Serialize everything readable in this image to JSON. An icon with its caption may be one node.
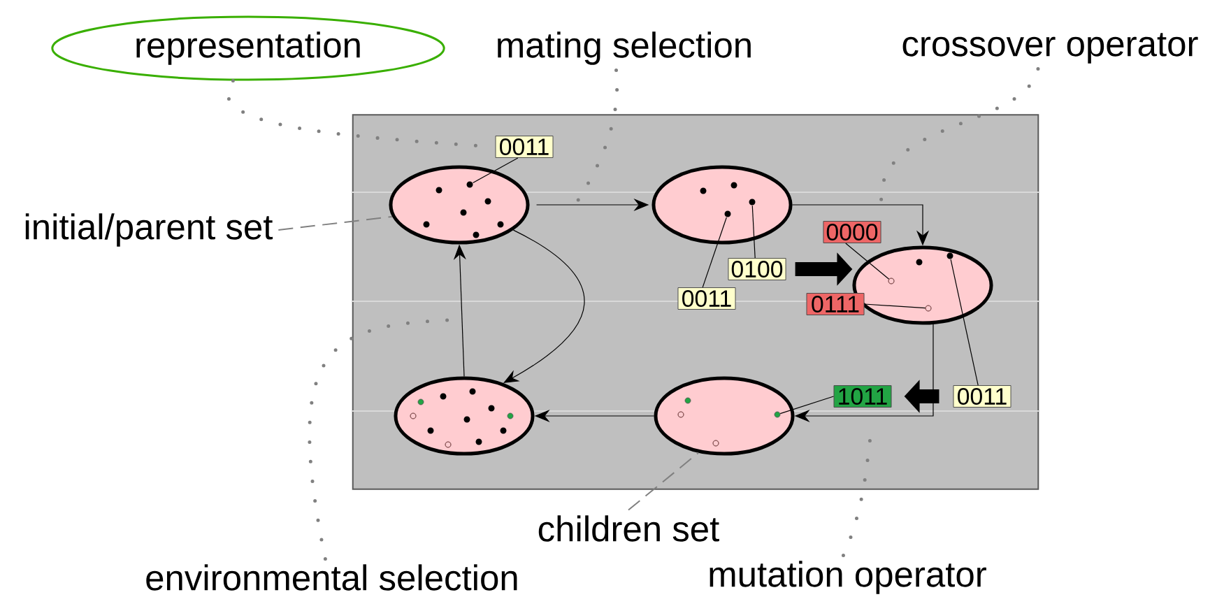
{
  "diagram": {
    "nodes": [
      {
        "text": [
          "representation"
        ]
      },
      {
        "text": [
          "mating selection"
        ]
      },
      {
        "text": [
          "crossover operator"
        ]
      },
      {
        "text": [],
        "shape": "box"
      },
      {
        "text": [
          "0011"
        ],
        "in": 3
      },
      {
        "text": [],
        "shape": "ellipse",
        "in": 3
      },
      {
        "text": [
          "initial/parent set"
        ]
      },
      {
        "text": [],
        "shape": "ellipse",
        "in": 3
      },
      {
        "text": [
          "0000"
        ],
        "in": 3
      },
      {
        "text": [
          "0100"
        ],
        "in": 3
      },
      {
        "text": [],
        "shape": "ellipse",
        "in": 3
      },
      {
        "text": [
          "0011"
        ],
        "in": 3
      },
      {
        "text": [
          "0111"
        ],
        "in": 3
      },
      {
        "text": [
          "1011"
        ],
        "in": 3
      },
      {
        "text": [
          "0011"
        ],
        "in": 3
      },
      {
        "text": [],
        "shape": "ellipse",
        "in": 3
      },
      {
        "text": [],
        "shape": "ellipse",
        "in": 3
      },
      {
        "text": [
          "children set"
        ]
      },
      {
        "text": [
          "environmental selection"
        ]
      },
      {
        "text": [
          "mutation operator"
        ]
      },
      {
        "text": [],
        "shape": "circle",
        "in": 5
      },
      {
        "text": [],
        "shape": "circle",
        "in": 7
      },
      {
        "text": [],
        "shape": "circle",
        "in": 7
      },
      {
        "text": [],
        "shape": "circle",
        "in": 10
      },
      {
        "text": [],
        "shape": "circle",
        "in": 10
      },
      {
        "text": [],
        "shape": "circle",
        "in": 10
      },
      {
        "text": [],
        "shape": "circle",
        "in": 16
      }
    ],
    "edges": [
      {
        "from": 0,
        "to": 4,
        "arrow": "none",
        "style": "dashed",
        "color": "#808080"
      },
      {
        "from": 1,
        "to": null,
        "arrow": "none",
        "style": "dashed",
        "color": "#808080"
      },
      {
        "from": 2,
        "to": null,
        "arrow": "none",
        "style": "dashed",
        "color": "#808080"
      },
      {
        "from": 6,
        "to": 5,
        "arrow": "none",
        "style": "dashed",
        "color": "#808080"
      },
      {
        "from": 18,
        "to": null,
        "arrow": "none",
        "style": "dashed",
        "color": "#808080"
      },
      {
        "from": 17,
        "to": 16,
        "arrow": "none",
        "style": "dashed",
        "color": "#808080"
      },
      {
        "from": 19,
        "to": null,
        "arrow": "none",
        "style": "dashed",
        "color": "#808080"
      },
      {
        "from": 5,
        "to": 7,
        "arrow": "to"
      },
      {
        "from": 7,
        "to": 10,
        "arrow": "to"
      },
      {
        "from": 10,
        "to": 16,
        "arrow": "to"
      },
      {
        "from": 16,
        "to": 15,
        "arrow": "to"
      },
      {
        "from": 15,
        "to": 5,
        "arrow": "to"
      },
      {
        "from": 5,
        "to": 15,
        "arrow": "to"
      },
      {
        "from": 4,
        "to": 20,
        "arrow": "none"
      },
      {
        "from": 11,
        "to": 21,
        "arrow": "none"
      },
      {
        "from": 9,
        "to": 22,
        "arrow": "none"
      },
      {
        "from": 8,
        "to": 23,
        "arrow": "none"
      },
      {
        "from": 12,
        "to": 24,
        "arrow": "none"
      },
      {
        "from": 14,
        "to": 25,
        "arrow": "none"
      },
      {
        "from": 13,
        "to": 26,
        "arrow": "none"
      },
      {
        "from": 9,
        "to": 10,
        "arrow": "to",
        "style": "thick"
      },
      {
        "from": 14,
        "to": 13,
        "arrow": "to",
        "style": "thick"
      }
    ]
  }
}
